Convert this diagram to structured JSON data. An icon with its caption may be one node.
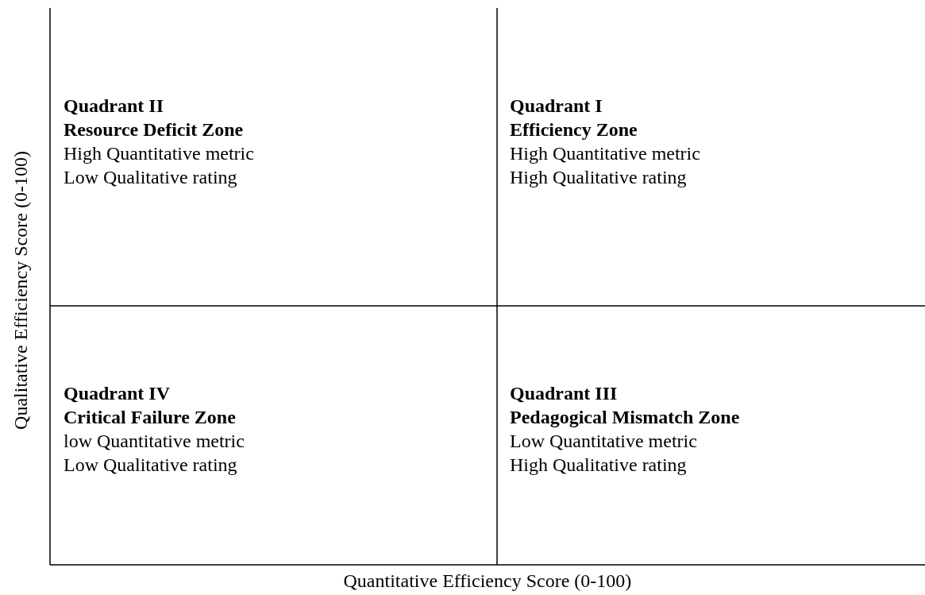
{
  "diagram": {
    "nodes": [
      {
        "text": [
          "Quadrant II",
          "Resource Deficit Zone",
          "High Quantitative metric",
          "Low Qualitative rating"
        ]
      },
      {
        "text": [
          "Quadrant I",
          "Efficiency Zone",
          "High Quantitative metric",
          "High Qualitative rating"
        ]
      },
      {
        "text": [
          "Quadrant IV",
          "Critical Failure Zone",
          "low Quantitative metric",
          "Low Qualitative rating"
        ]
      },
      {
        "text": [
          "Quadrant III",
          "Pedagogical Mismatch Zone",
          "Low Quantitative metric",
          "High Qualitative rating"
        ]
      }
    ],
    "labels": [
      "Qualitative Efficiency Score (0-100)",
      "Quantitative Efficiency Score (0-100)"
    ]
  }
}
